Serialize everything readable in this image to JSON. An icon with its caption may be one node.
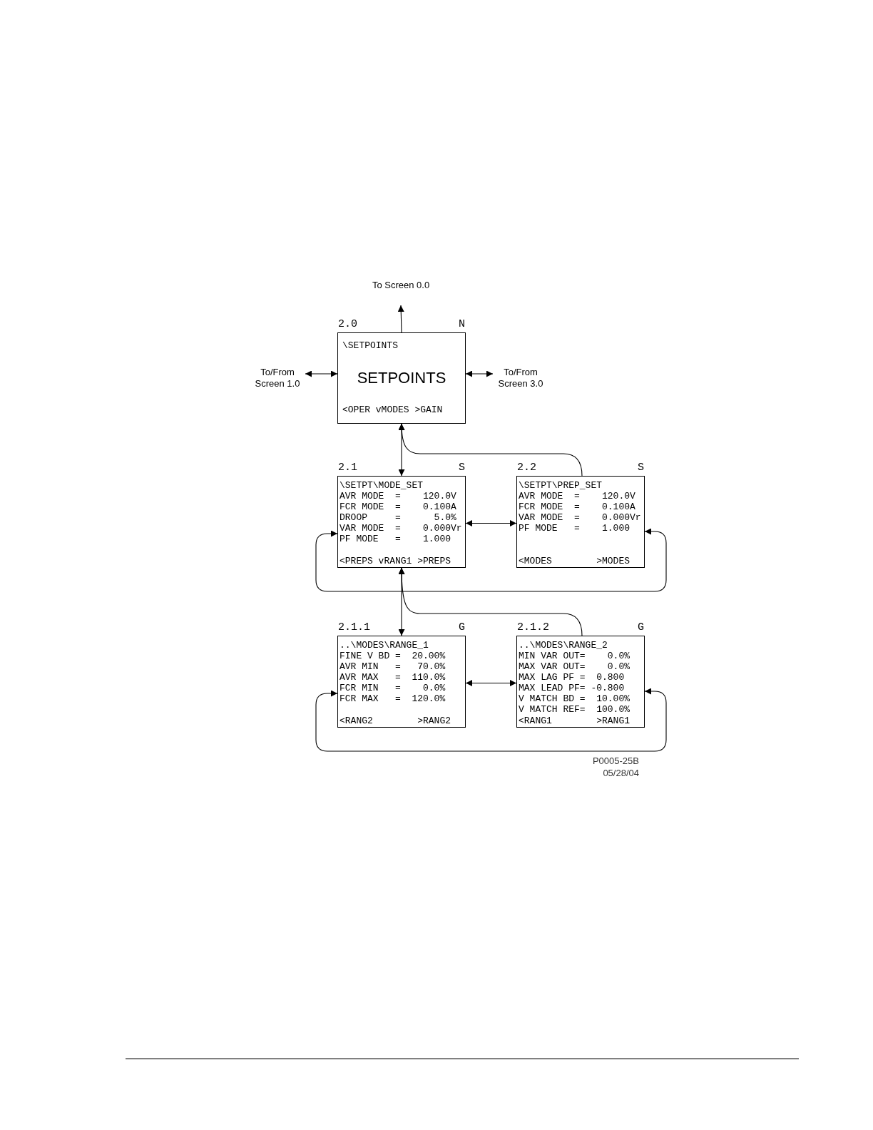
{
  "diagram": {
    "nodes": [
      {
        "text": [
          "To Screen 0.0"
        ]
      },
      {
        "text": [
          "To/From Screen 1.0"
        ]
      },
      {
        "text": [
          "To/From Screen 3.0"
        ]
      },
      {
        "text": [
          "2.0",
          "N",
          "\\SETPOINTS",
          "SETPOINTS",
          "<OPER vMODES >GAIN"
        ]
      },
      {
        "text": [
          "2.1",
          "S",
          "\\SETPT\\MODE_SET",
          "AVR MODE  =    120.0V",
          "FCR MODE  =    0.100A",
          "DROOP     =      5.0%",
          "VAR MODE  =    0.000Vr",
          "PF MODE   =    1.000",
          "<PREPS vRANG1 >PREPS"
        ]
      },
      {
        "text": [
          "2.2",
          "S",
          "\\SETPT\\PREP_SET",
          "AVR MODE  =    120.0V",
          "FCR MODE  =    0.100A",
          "VAR MODE  =    0.000Vr",
          "PF MODE   =    1.000",
          "<MODES        >MODES"
        ]
      },
      {
        "text": [
          "2.1.1",
          "G",
          "..\\MODES\\RANGE_1",
          "FINE V BD =  20.00%",
          "AVR MIN   =   70.0%",
          "AVR MAX   =  110.0%",
          "FCR MIN   =    0.0%",
          "FCR MAX   =  120.0%",
          "<RANG2        >RANG2"
        ]
      },
      {
        "text": [
          "2.1.2",
          "G",
          "..\\MODES\\RANGE_2",
          "MIN VAR OUT=    0.0%",
          "MAX VAR OUT=    0.0%",
          "MAX LAG PF =  0.800",
          "MAX LEAD PF= -0.800",
          "V MATCH BD =  10.00%",
          "V MATCH REF=  100.0%",
          "<RANG1        >RANG1"
        ]
      }
    ],
    "edges": [
      {
        "from": 3,
        "to": 0,
        "arrow": "to"
      },
      {
        "from": 1,
        "to": 3,
        "arrow": "both"
      },
      {
        "from": 3,
        "to": 2,
        "arrow": "both"
      },
      {
        "from": 3,
        "to": 4,
        "arrow": "both"
      },
      {
        "from": 5,
        "to": 3,
        "arrow": "to"
      },
      {
        "from": 4,
        "to": 5,
        "arrow": "both"
      },
      {
        "from": 4,
        "to": 5,
        "arrow": "both"
      },
      {
        "from": 4,
        "to": 6,
        "arrow": "both"
      },
      {
        "from": 7,
        "to": 4,
        "arrow": "to"
      },
      {
        "from": 6,
        "to": 7,
        "arrow": "both"
      },
      {
        "from": 6,
        "to": 7,
        "arrow": "both"
      }
    ],
    "labels": [
      "P0005-25B",
      "05/28/04"
    ]
  }
}
